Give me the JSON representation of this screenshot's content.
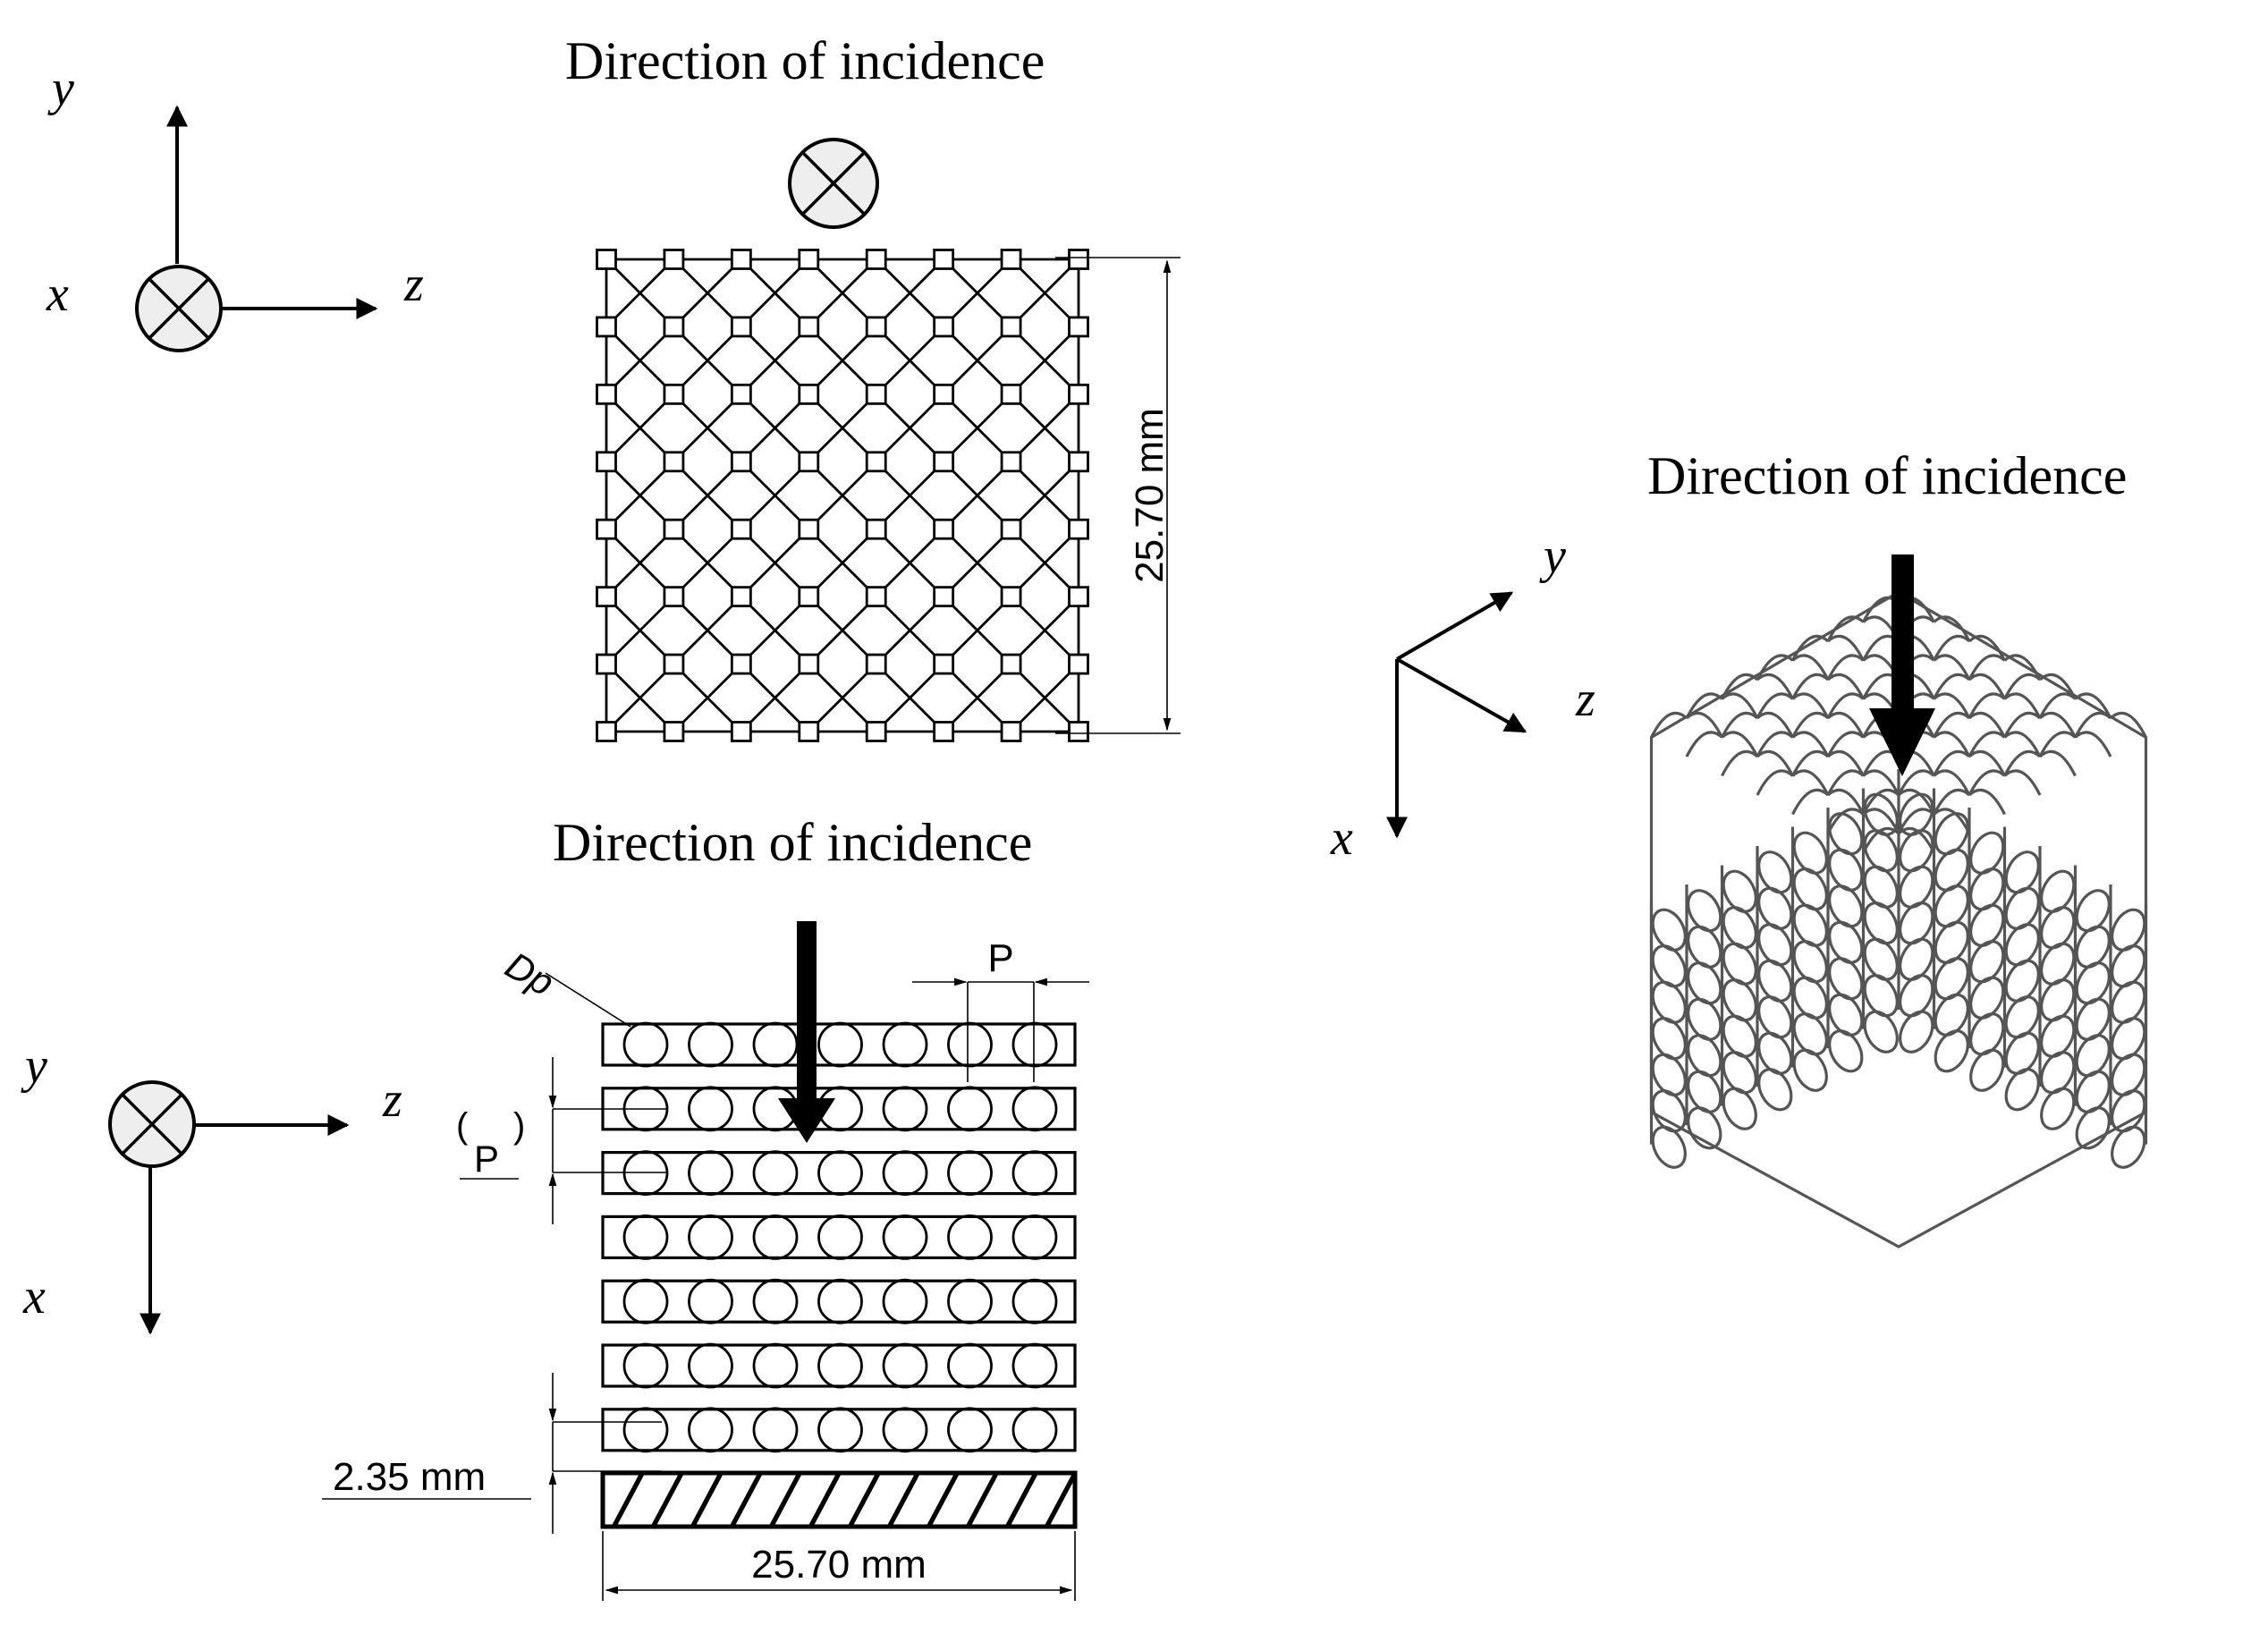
{
  "labels": {
    "direction_of_incidence": "Direction of incidence",
    "dimension_width": "25.70 mm",
    "dimension_height": "25.70 mm",
    "dimension_gap": "2.35 mm",
    "pitch": "P",
    "pitch_bracket": "P",
    "pore_diameter": "Dp"
  },
  "axes": {
    "x": "x",
    "y": "y",
    "z": "z"
  },
  "structure": {
    "columns": 7,
    "layers": 7
  },
  "icons": {
    "into_page": "circled-x-icon",
    "incidence": "arrow-down-icon"
  },
  "colors": {
    "stroke": "#000000",
    "symbol_fill": "#eeeeee",
    "hatch_fill": "#ffffff"
  }
}
